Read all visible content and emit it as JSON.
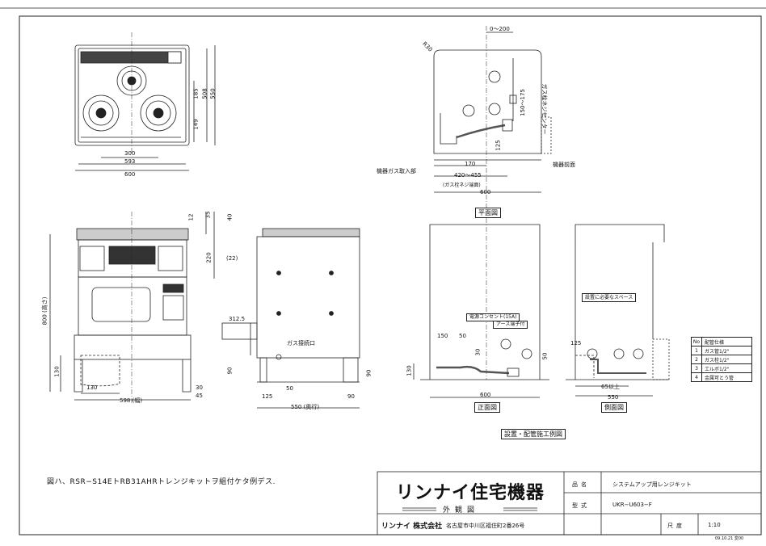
{
  "caption": "図ハ、RSR−S14EトRB31AHRトレンジキットヲ組付ケタ例デス.",
  "top_view": {
    "dims": {
      "d300": "300",
      "d593": "593",
      "d600": "600",
      "d185": "185",
      "d149": "149",
      "d508": "508",
      "d550": "550"
    }
  },
  "front_view": {
    "dims": {
      "d12": "12",
      "d35": "35",
      "d40": "40",
      "d220": "220",
      "d800": "800 (高さ)",
      "d130": "130",
      "d130b": "130",
      "d598": "598 (幅)",
      "d30": "30",
      "d45": "45"
    }
  },
  "side_view": {
    "dims": {
      "d22": "(22)",
      "d312": "312.5",
      "d90a": "90",
      "d90b": "90",
      "d125": "125",
      "d50": "50",
      "d550": "550 (奥行)",
      "d90c": "90"
    },
    "gas_label": "ガス接続口"
  },
  "plan": {
    "title": "平面図",
    "r_label": "R30",
    "dims": {
      "d0200": "0〜200",
      "d150175": "150〜175",
      "d125": "125",
      "d170": "170",
      "d420455": "420〜455",
      "d600": "600"
    },
    "center_label": "ガス栓ネジセンター",
    "gas_inlet_label": "機器ガス取入部",
    "note_gas": "(ガス栓ネジ端面)",
    "front_label": "機器前面"
  },
  "front_install": {
    "title": "正面図",
    "dims": {
      "d150": "150",
      "d50": "50",
      "d30": "30",
      "d50b": "50",
      "d130": "130",
      "d600": "600"
    },
    "outlet_label": "電源コンセント(15A)",
    "earth_label": "アース端子付"
  },
  "side_install": {
    "title": "側面図",
    "space_label": "設置に必要なスペース",
    "dims": {
      "d125": "125",
      "d65": "65以上",
      "d550": "550"
    }
  },
  "install_title": "設置・配管施工例図",
  "legend": {
    "header_no": "No",
    "header_name": "配管仕様",
    "rows": [
      {
        "no": "1",
        "name": "ガス管1/2\""
      },
      {
        "no": "2",
        "name": "ガス栓1/2\""
      },
      {
        "no": "3",
        "name": "エルボ1/2\""
      },
      {
        "no": "4",
        "name": "金属可とう管"
      }
    ]
  },
  "title_block": {
    "brand": "リンナイ住宅機器",
    "subtitle": "外観図",
    "company": "リンナイ 株式会社",
    "address": "名古屋市中川区福住町2番26号",
    "name_label": "品名",
    "name_value": "システムアップ用レンジキット",
    "model_label": "型式",
    "model_value": "UKR−U603−F",
    "scale_label": "尺度",
    "scale_value": "1:10",
    "date": "09.10.21 変00"
  }
}
